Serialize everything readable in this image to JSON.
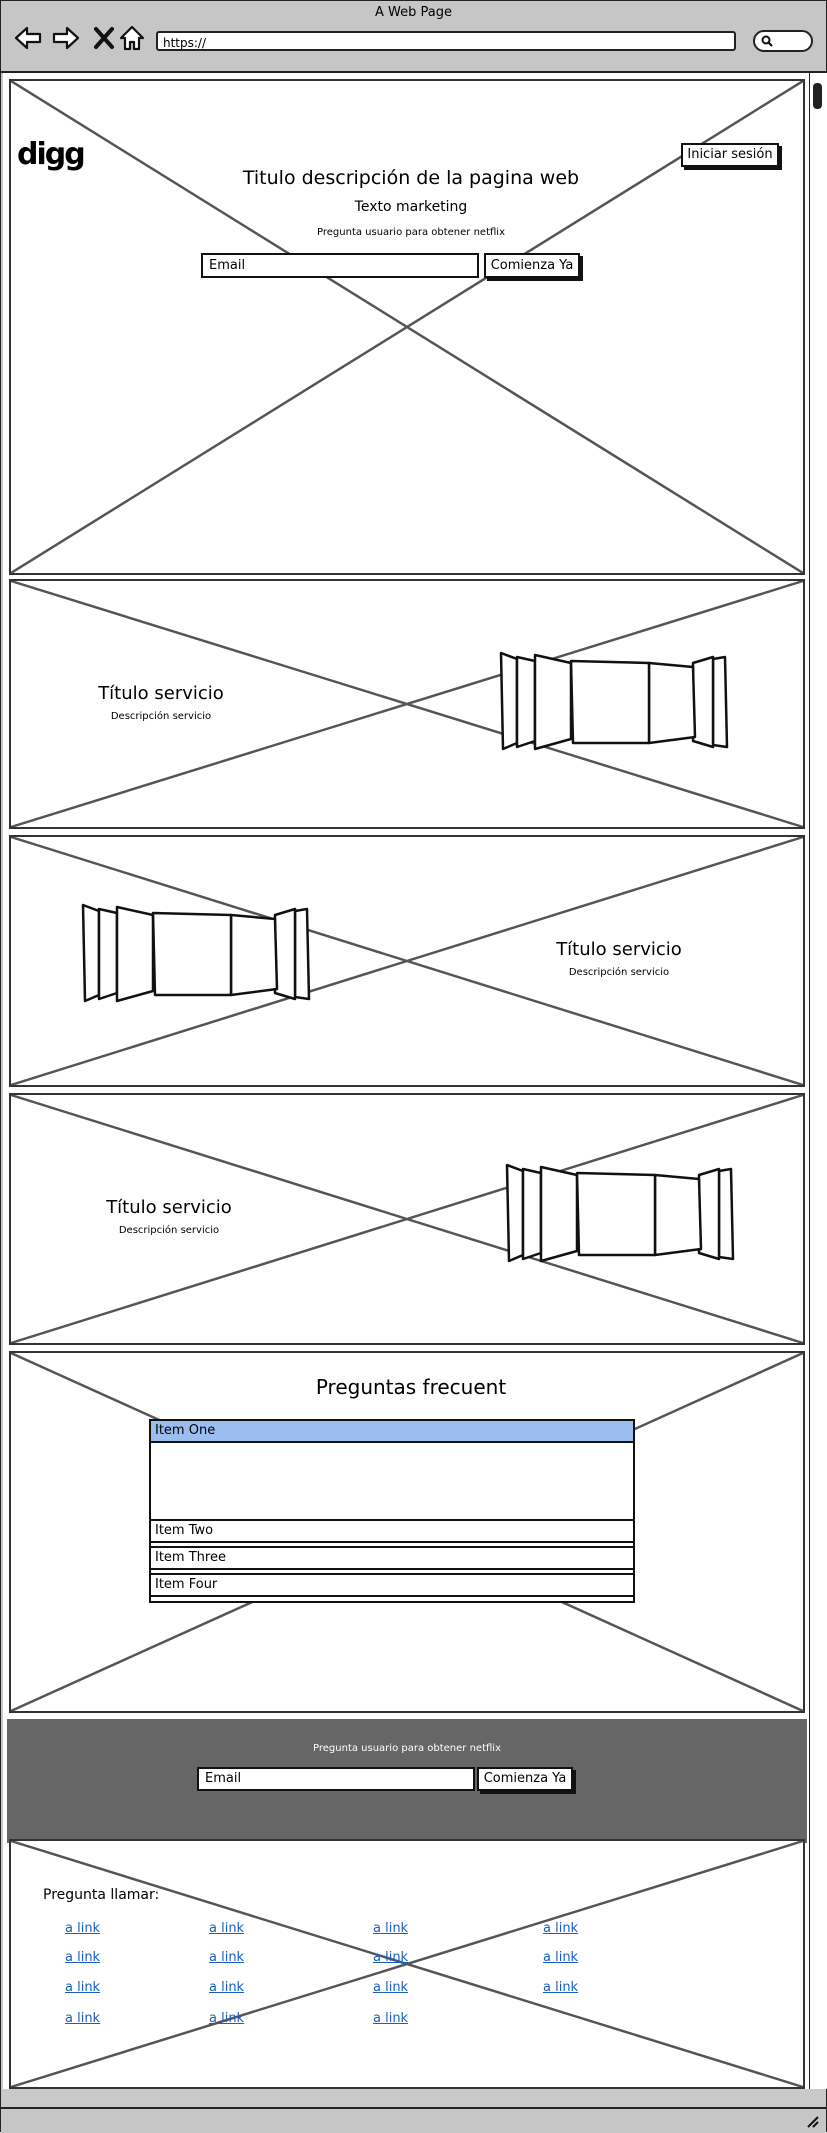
{
  "browser": {
    "window_title": "A Web Page",
    "url": "https://"
  },
  "hero": {
    "logo": "digg",
    "login_button": "Iniciar sesión",
    "title": "Titulo descripción de la pagina web",
    "subtitle": "Texto marketing",
    "prompt": "Pregunta usuario para obtener netflix",
    "email_placeholder": "Email",
    "cta_button": "Comienza Ya"
  },
  "services": [
    {
      "title": "Título servicio",
      "description": "Descripción servicio"
    },
    {
      "title": "Título servicio",
      "description": "Descripción servicio"
    },
    {
      "title": "Título servicio",
      "description": "Descripción servicio"
    }
  ],
  "faq": {
    "title": "Preguntas frecuent",
    "items": [
      "Item One",
      "Item Two",
      "Item Three",
      "Item Four"
    ],
    "selected_color": "#9cbdf0"
  },
  "signup": {
    "prompt": "Pregunta usuario para obtener netflix",
    "email_placeholder": "Email",
    "cta_button": "Comienza Ya",
    "background": "#666666"
  },
  "footer": {
    "heading": "Pregunta llamar:",
    "link_label": "a link",
    "link_color": "#1a5fbf"
  }
}
